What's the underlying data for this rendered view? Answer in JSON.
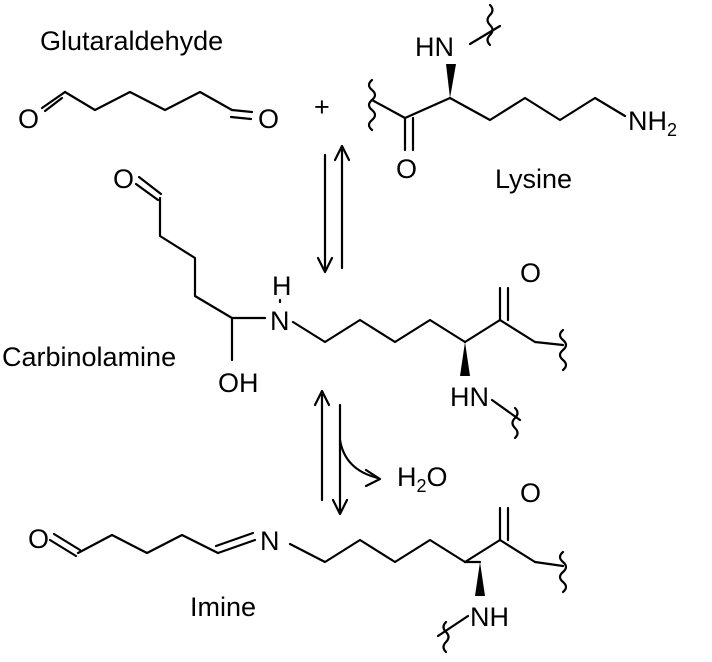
{
  "labels": {
    "glutaraldehyde": "Glutaraldehyde",
    "lysine": "Lysine",
    "carbinolamine": "Carbinolamine",
    "imine": "Imine",
    "plus": "+"
  },
  "atoms": {
    "o": "O",
    "n": "N",
    "h": "H",
    "hn": "HN",
    "nh": "NH",
    "oh": "OH",
    "nh2_main": "NH",
    "nh2_sub": "2",
    "h2o_h": "H",
    "h2o_sub": "2",
    "h2o_o": "O"
  }
}
